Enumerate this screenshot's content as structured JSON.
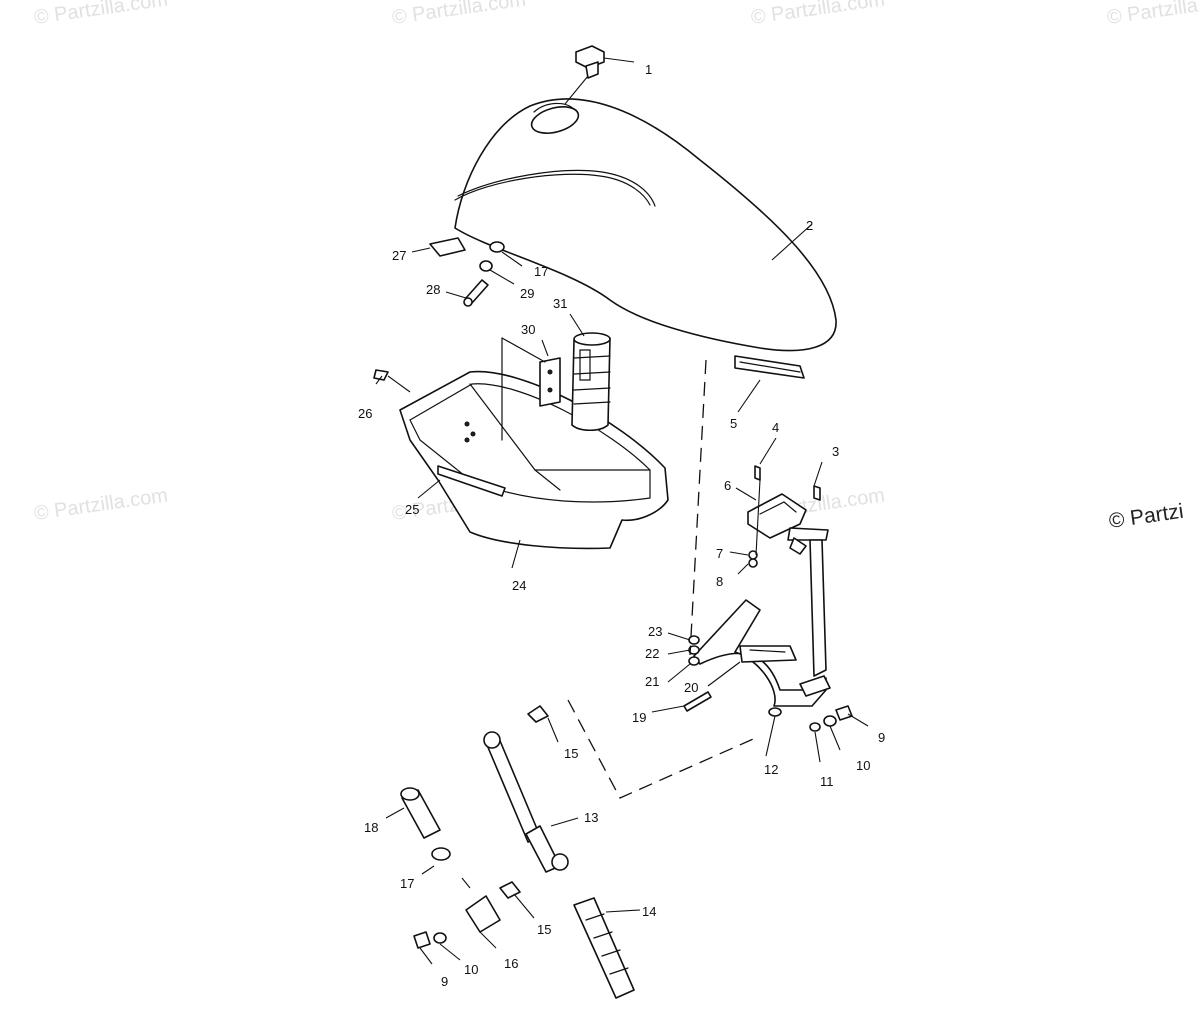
{
  "watermark": {
    "text": "© Partzilla.com",
    "edge_text": "© Partzi"
  },
  "callouts": [
    {
      "id": "c1",
      "label": "1"
    },
    {
      "id": "c2",
      "label": "2"
    },
    {
      "id": "c3",
      "label": "3"
    },
    {
      "id": "c4",
      "label": "4"
    },
    {
      "id": "c5",
      "label": "5"
    },
    {
      "id": "c6",
      "label": "6"
    },
    {
      "id": "c7",
      "label": "7"
    },
    {
      "id": "c8",
      "label": "8"
    },
    {
      "id": "c9a",
      "label": "9"
    },
    {
      "id": "c9b",
      "label": "9"
    },
    {
      "id": "c10a",
      "label": "10"
    },
    {
      "id": "c10b",
      "label": "10"
    },
    {
      "id": "c11",
      "label": "11"
    },
    {
      "id": "c12",
      "label": "12"
    },
    {
      "id": "c13",
      "label": "13"
    },
    {
      "id": "c14",
      "label": "14"
    },
    {
      "id": "c15a",
      "label": "15"
    },
    {
      "id": "c15b",
      "label": "15"
    },
    {
      "id": "c16",
      "label": "16"
    },
    {
      "id": "c17a",
      "label": "17"
    },
    {
      "id": "c17b",
      "label": "17"
    },
    {
      "id": "c18",
      "label": "18"
    },
    {
      "id": "c19",
      "label": "19"
    },
    {
      "id": "c20",
      "label": "20"
    },
    {
      "id": "c21",
      "label": "21"
    },
    {
      "id": "c22",
      "label": "22"
    },
    {
      "id": "c23",
      "label": "23"
    },
    {
      "id": "c24",
      "label": "24"
    },
    {
      "id": "c25",
      "label": "25"
    },
    {
      "id": "c26",
      "label": "26"
    },
    {
      "id": "c27",
      "label": "27"
    },
    {
      "id": "c28",
      "label": "28"
    },
    {
      "id": "c29",
      "label": "29"
    },
    {
      "id": "c30",
      "label": "30"
    },
    {
      "id": "c31",
      "label": "31"
    }
  ]
}
